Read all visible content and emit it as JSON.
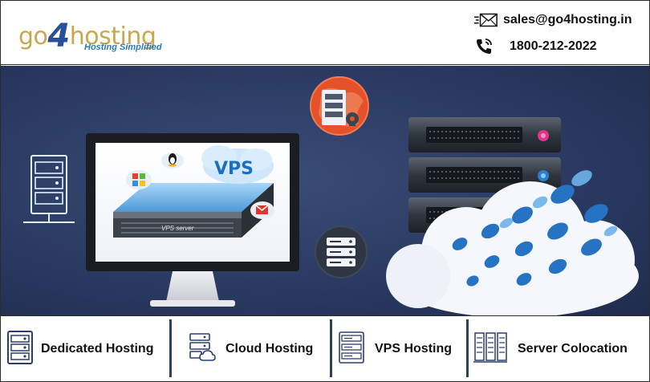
{
  "brand": {
    "logo_prefix": "go",
    "logo_number": "4",
    "logo_suffix": "hosting",
    "tagline": "Hosting Simplified"
  },
  "contact": {
    "email": "sales@go4hosting.in",
    "phone": "1800-212-2022"
  },
  "hero": {
    "vps_badge": "VPS",
    "server_label": "VPS server"
  },
  "categories": [
    {
      "label": "Dedicated Hosting",
      "icon": "dedicated-server-icon"
    },
    {
      "label": "Cloud Hosting",
      "icon": "cloud-server-icon"
    },
    {
      "label": "VPS Hosting",
      "icon": "vps-server-icon"
    },
    {
      "label": "Server Colocation",
      "icon": "colocation-rack-icon"
    }
  ],
  "colors": {
    "hero_bg": "#2a3a62",
    "logo_gold": "#c9a84d",
    "logo_blue": "#2a4f9a",
    "divider": "#2c3e6a"
  }
}
